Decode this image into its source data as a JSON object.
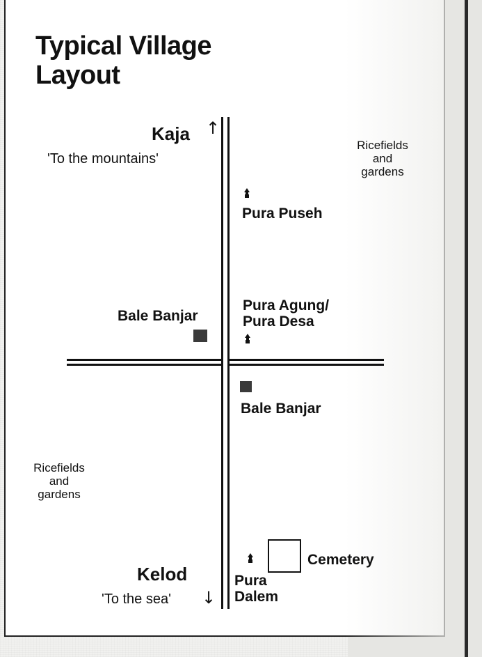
{
  "title_line1": "Typical Village",
  "title_line2": "Layout",
  "kaja": {
    "name": "Kaja",
    "meaning": "'To the mountains'",
    "arrow": "↑"
  },
  "kelod": {
    "name": "Kelod",
    "meaning": "'To the sea'",
    "arrow": "↓"
  },
  "ricefields_right": "Ricefields\nand\ngardens",
  "ricefields_left": "Ricefields\nand\ngardens",
  "pura_puseh": "Pura Puseh",
  "pura_agung": "Pura Agung/\nPura Desa",
  "bale_banjar_left": "Bale Banjar",
  "bale_banjar_right": "Bale Banjar",
  "pura_dalem": "Pura\nDalem",
  "cemetery": "Cemetery",
  "icons": {
    "temple": "temple-icon",
    "hall": "bale-banjar-square-icon",
    "cemetery": "cemetery-box-icon"
  },
  "colors": {
    "ink": "#111111",
    "paper": "#ffffff",
    "hall_fill": "#3a3a3a"
  }
}
